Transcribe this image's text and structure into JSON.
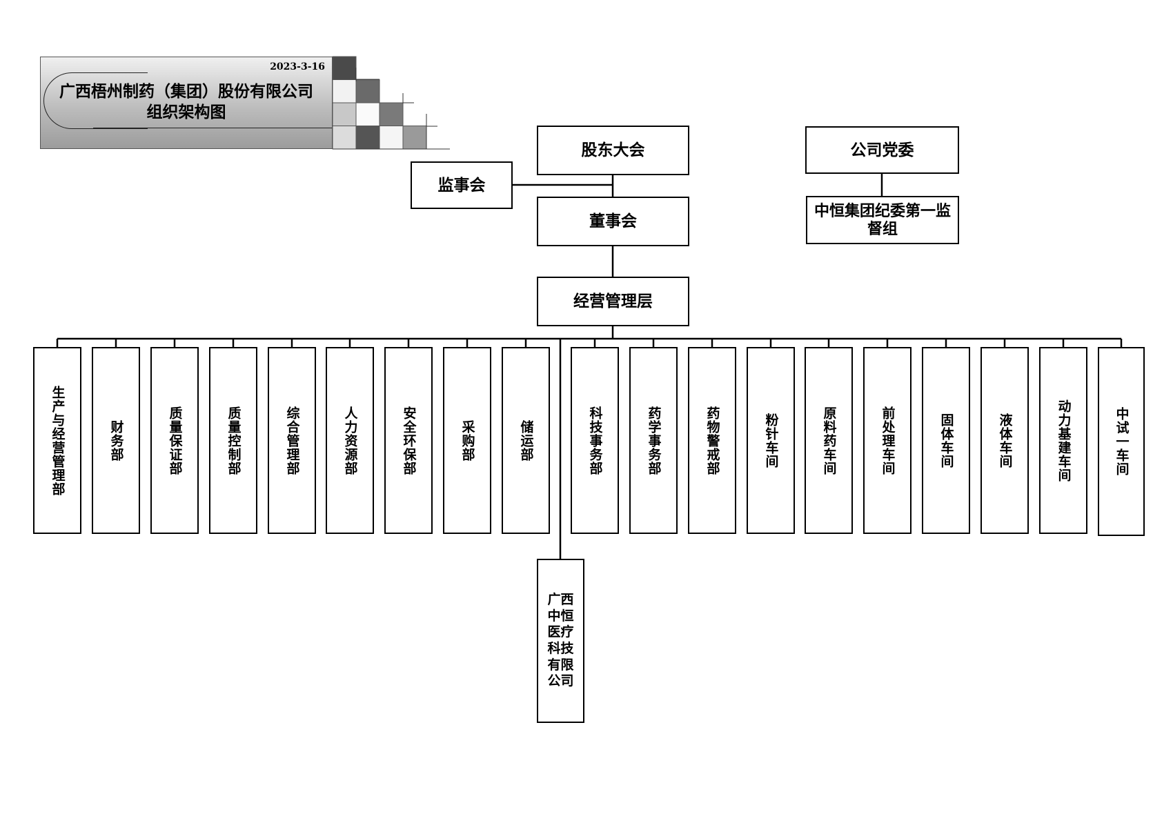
{
  "header": {
    "date": "2023-3-16",
    "title_line1": "广西梧州制药（集团）股份有限公司",
    "title_line2": "组织架构图"
  },
  "top": {
    "shareholders": "股东大会",
    "supervisors": "监事会",
    "board": "董事会",
    "management": "经营管理层",
    "party_committee": "公司党委",
    "discipline_group": "中恒集团纪委第一监督组"
  },
  "departments": [
    "生产与经营管理部",
    "财务部",
    "质量保证部",
    "质量控制部",
    "综合管理部",
    "人力资源部",
    "安全环保部",
    "采购部",
    "储运部",
    "科技事务部",
    "药学事务部",
    "药物警戒部",
    "粉针车间",
    "原料药车间",
    "前处理车间",
    "固体车间",
    "液体车间",
    "动力基建车间",
    "中试一车间"
  ],
  "subsidiary": "广西中恒医疗科技有限公司"
}
